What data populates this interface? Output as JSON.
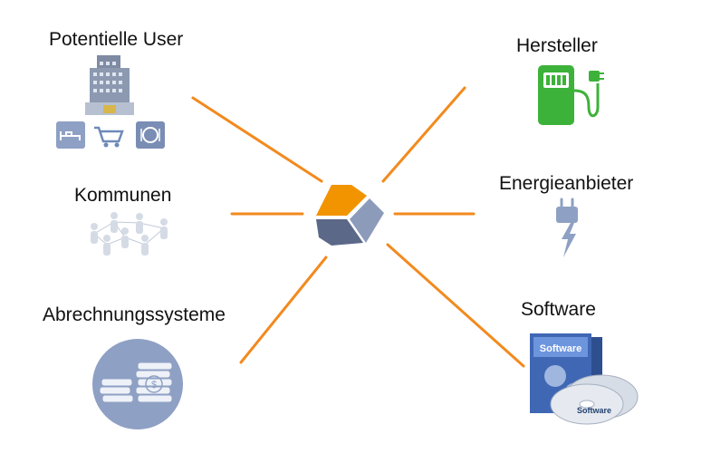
{
  "nodes": {
    "potential_users": {
      "label": "Potentielle User",
      "icon": "hotel-building-icon"
    },
    "municipalities": {
      "label": "Kommunen",
      "icon": "people-network-icon"
    },
    "billing_systems": {
      "label": "Abrechnungssysteme",
      "icon": "coins-dollar-icon"
    },
    "manufacturers": {
      "label": "Hersteller",
      "icon": "charging-station-icon"
    },
    "energy_providers": {
      "label": "Energieanbieter",
      "icon": "power-plug-icon"
    },
    "software": {
      "label": "Software",
      "icon": "software-box-icon",
      "box_text": "Software",
      "disc_text": "Software"
    }
  },
  "hub": {
    "icon": "cube-logo-icon"
  },
  "colors": {
    "connector": "#f28a1e",
    "hub_orange": "#f29400",
    "hub_light": "#8d9bbb",
    "hub_dark": "#5b6888",
    "icon_blue": "#8ea0c4",
    "station_green": "#3db23a"
  }
}
